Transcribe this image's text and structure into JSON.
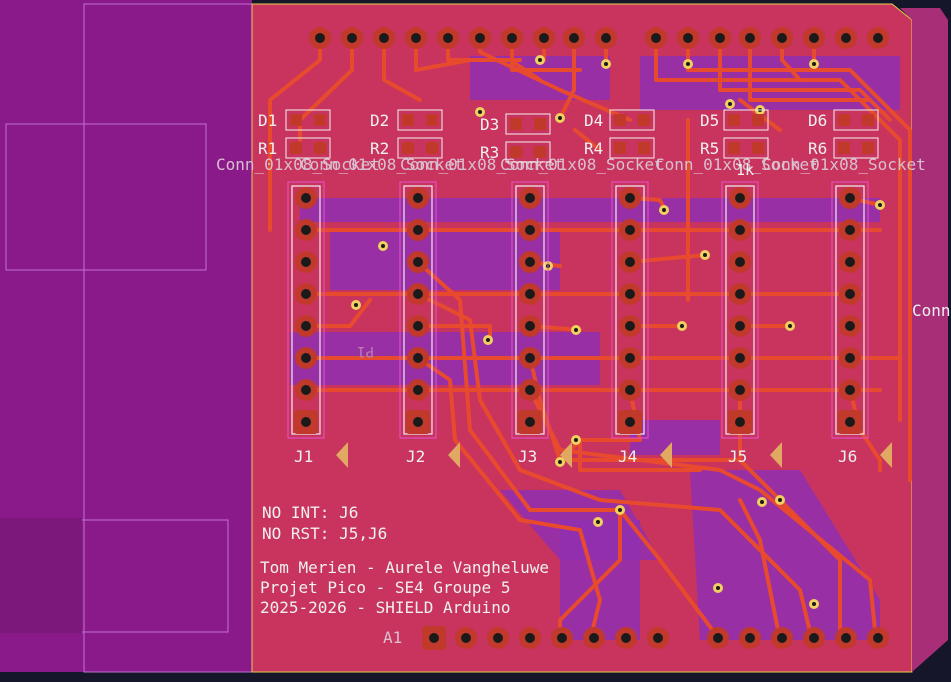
{
  "board": {
    "colors": {
      "background": "#16162a",
      "left_edge": "#8a1a8a",
      "copper_front": "#c8345e",
      "copper_back": "#8f2fb0",
      "trace": "#e84a2e",
      "pad": "#c0392b",
      "drill": "#1a1a1a",
      "silkscreen": "#f0f0f0",
      "courtyard": "#e84fd0",
      "outline": "#e5d04a"
    },
    "leds": [
      {
        "ref": "D1"
      },
      {
        "ref": "D2"
      },
      {
        "ref": "D3"
      },
      {
        "ref": "D4"
      },
      {
        "ref": "D5"
      },
      {
        "ref": "D6"
      }
    ],
    "resistors": [
      {
        "ref": "R1"
      },
      {
        "ref": "R2"
      },
      {
        "ref": "R3"
      },
      {
        "ref": "R4"
      },
      {
        "ref": "R5"
      },
      {
        "ref": "R6"
      }
    ],
    "connectors": [
      {
        "ref": "J1",
        "value": "Conn_01x08_Socket"
      },
      {
        "ref": "J2",
        "value": "Conn_01x08_Socket"
      },
      {
        "ref": "J3",
        "value": "Conn_01x08_Socket"
      },
      {
        "ref": "J4",
        "value": "Conn_01x08_Socket"
      },
      {
        "ref": "J5",
        "value": "Conn_01x08_Socket"
      },
      {
        "ref": "J6",
        "value": "Conn_01x08_Socket"
      }
    ],
    "resistor_value": "1k",
    "side_label": "Conn",
    "arduino_ref": "A1",
    "notes": {
      "line1": "NO INT: J6",
      "line2": "NO RST: J5,J6",
      "line3": "Tom Merien - Aurele Vangheluwe",
      "line4": "Projet Pico - SE4 Groupe 5",
      "line5": "2025-2026 - SHIELD Arduino"
    },
    "back_label": "P1"
  }
}
